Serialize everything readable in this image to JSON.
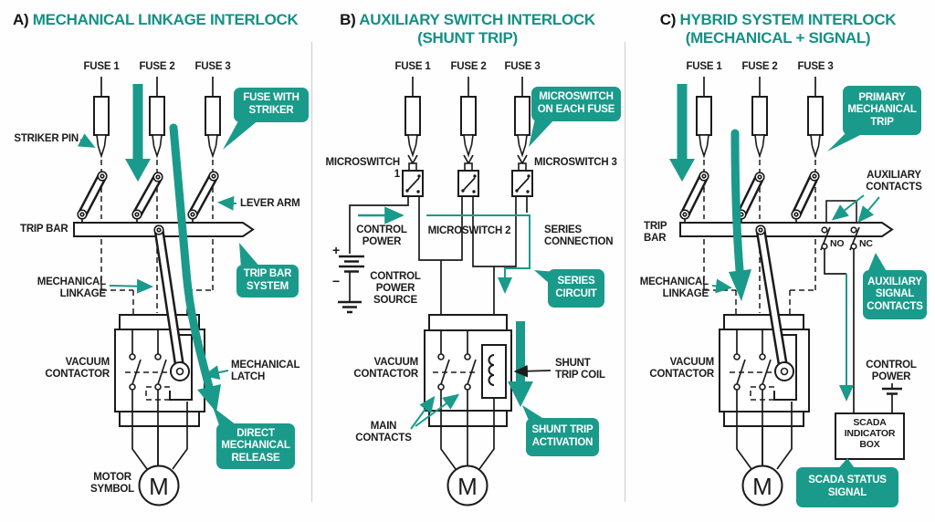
{
  "colors": {
    "accent": "#1a9a8a",
    "ink": "#1b1b1b",
    "divider": "#d4d4d4",
    "background": "#fefefe"
  },
  "panel_a": {
    "title_prefix": "A)",
    "title": "MECHANICAL LINKAGE INTERLOCK",
    "fuse1": "FUSE 1",
    "fuse2": "FUSE 2",
    "fuse3": "FUSE 3",
    "striker_pin": "STRIKER PIN",
    "lever_arm": "LEVER ARM",
    "trip_bar": "TRIP BAR",
    "mechanical_linkage": "MECHANICAL\nLINKAGE",
    "vacuum_contactor": "VACUUM\nCONTACTOR",
    "mechanical_latch": "MECHANICAL\nLATCH",
    "motor_symbol": "MOTOR\nSYMBOL",
    "motor_letter": "M",
    "callout_fuse_with_striker": "FUSE WITH\nSTRIKER",
    "callout_trip_bar_system": "TRIP BAR\nSYSTEM",
    "callout_direct_mechanical_release": "DIRECT\nMECHANICAL\nRELEASE"
  },
  "panel_b": {
    "title_prefix": "B)",
    "title": "AUXILIARY SWITCH INTERLOCK",
    "title_line2": "(SHUNT TRIP)",
    "fuse1": "FUSE 1",
    "fuse2": "FUSE 2",
    "fuse3": "FUSE 3",
    "microswitch_1": "MICROSWITCH 1",
    "microswitch_2": "MICROSWITCH 2",
    "microswitch_3": "MICROSWITCH 3",
    "control_power": "CONTROL\nPOWER",
    "control_power_source": "CONTROL\nPOWER\nSOURCE",
    "series_connection": "SERIES\nCONNECTION",
    "plus": "+",
    "minus": "−",
    "vacuum_contactor": "VACUUM\nCONTACTOR",
    "shunt_trip_coil": "SHUNT\nTRIP COIL",
    "main_contacts": "MAIN\nCONTACTS",
    "motor_letter": "M",
    "callout_microswitch_on_each_fuse": "MICROSWITCH\nON EACH FUSE",
    "callout_series_circuit": "SERIES\nCIRCUIT",
    "callout_shunt_trip_activation": "SHUNT TRIP\nACTIVATION"
  },
  "panel_c": {
    "title_prefix": "C)",
    "title": "HYBRID SYSTEM INTERLOCK",
    "title_line2": "(MECHANICAL + SIGNAL)",
    "fuse1": "FUSE 1",
    "fuse2": "FUSE 2",
    "fuse3": "FUSE 3",
    "trip_bar": "TRIP\nBAR",
    "auxiliary_contacts": "AUXILIARY\nCONTACTS",
    "no_label": "NO",
    "nc_label": "NC",
    "mechanical_linkage": "MECHANICAL\nLINKAGE",
    "vacuum_contactor": "VACUUM\nCONTACTOR",
    "control_power": "CONTROL\nPOWER",
    "scada_box": "SCADA\nINDICATOR\nBOX",
    "motor_letter": "M",
    "callout_primary_mechanical_trip": "PRIMARY\nMECHANICAL\nTRIP",
    "callout_auxiliary_signal_contacts": "AUXILIARY\nSIGNAL\nCONTACTS",
    "callout_scada_status_signal": "SCADA STATUS\nSIGNAL"
  }
}
